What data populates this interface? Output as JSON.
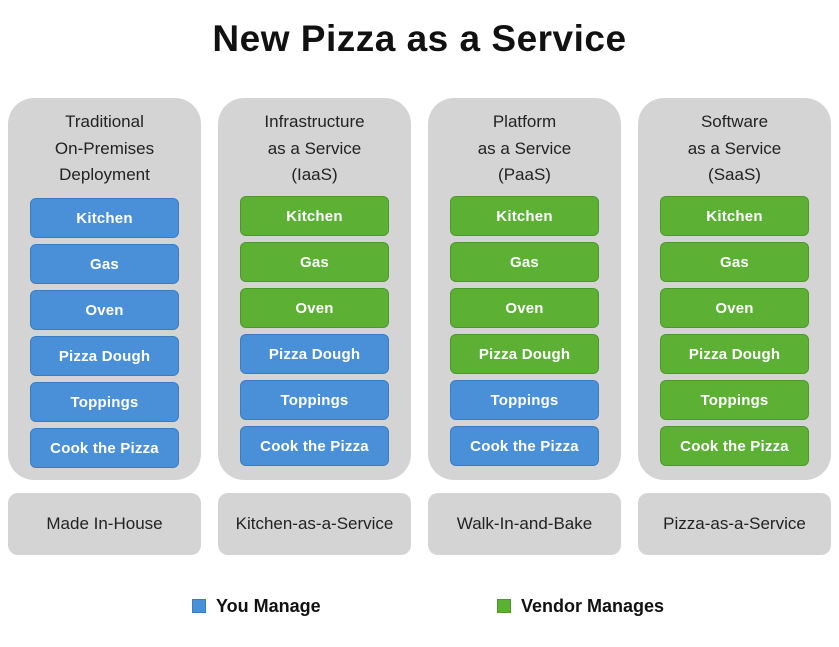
{
  "title": "New Pizza as a Service",
  "colors": {
    "you_manage": "#4a90d9",
    "vendor_manages": "#5cb135",
    "panel": "#d4d4d4"
  },
  "columns": [
    {
      "heading": [
        "Traditional",
        "On-Premises",
        "Deployment"
      ],
      "model": "Made In-House",
      "layers": [
        {
          "label": "Kitchen",
          "managed_by": "you"
        },
        {
          "label": "Gas",
          "managed_by": "you"
        },
        {
          "label": "Oven",
          "managed_by": "you"
        },
        {
          "label": "Pizza Dough",
          "managed_by": "you"
        },
        {
          "label": "Toppings",
          "managed_by": "you"
        },
        {
          "label": "Cook the Pizza",
          "managed_by": "you"
        }
      ]
    },
    {
      "heading": [
        "Infrastructure",
        "as a Service",
        "(IaaS)"
      ],
      "model": "Kitchen-as-a-Service",
      "layers": [
        {
          "label": "Kitchen",
          "managed_by": "vendor"
        },
        {
          "label": "Gas",
          "managed_by": "vendor"
        },
        {
          "label": "Oven",
          "managed_by": "vendor"
        },
        {
          "label": "Pizza Dough",
          "managed_by": "you"
        },
        {
          "label": "Toppings",
          "managed_by": "you"
        },
        {
          "label": "Cook the Pizza",
          "managed_by": "you"
        }
      ]
    },
    {
      "heading": [
        "Platform",
        "as a Service",
        "(PaaS)"
      ],
      "model": "Walk-In-and-Bake",
      "layers": [
        {
          "label": "Kitchen",
          "managed_by": "vendor"
        },
        {
          "label": "Gas",
          "managed_by": "vendor"
        },
        {
          "label": "Oven",
          "managed_by": "vendor"
        },
        {
          "label": "Pizza Dough",
          "managed_by": "vendor"
        },
        {
          "label": "Toppings",
          "managed_by": "you"
        },
        {
          "label": "Cook the Pizza",
          "managed_by": "you"
        }
      ]
    },
    {
      "heading": [
        "Software",
        "as a Service",
        "(SaaS)"
      ],
      "model": "Pizza-as-a-Service",
      "layers": [
        {
          "label": "Kitchen",
          "managed_by": "vendor"
        },
        {
          "label": "Gas",
          "managed_by": "vendor"
        },
        {
          "label": "Oven",
          "managed_by": "vendor"
        },
        {
          "label": "Pizza Dough",
          "managed_by": "vendor"
        },
        {
          "label": "Toppings",
          "managed_by": "vendor"
        },
        {
          "label": "Cook the Pizza",
          "managed_by": "vendor"
        }
      ]
    }
  ],
  "legend": {
    "you_manage": "You Manage",
    "vendor_manages": "Vendor Manages"
  }
}
